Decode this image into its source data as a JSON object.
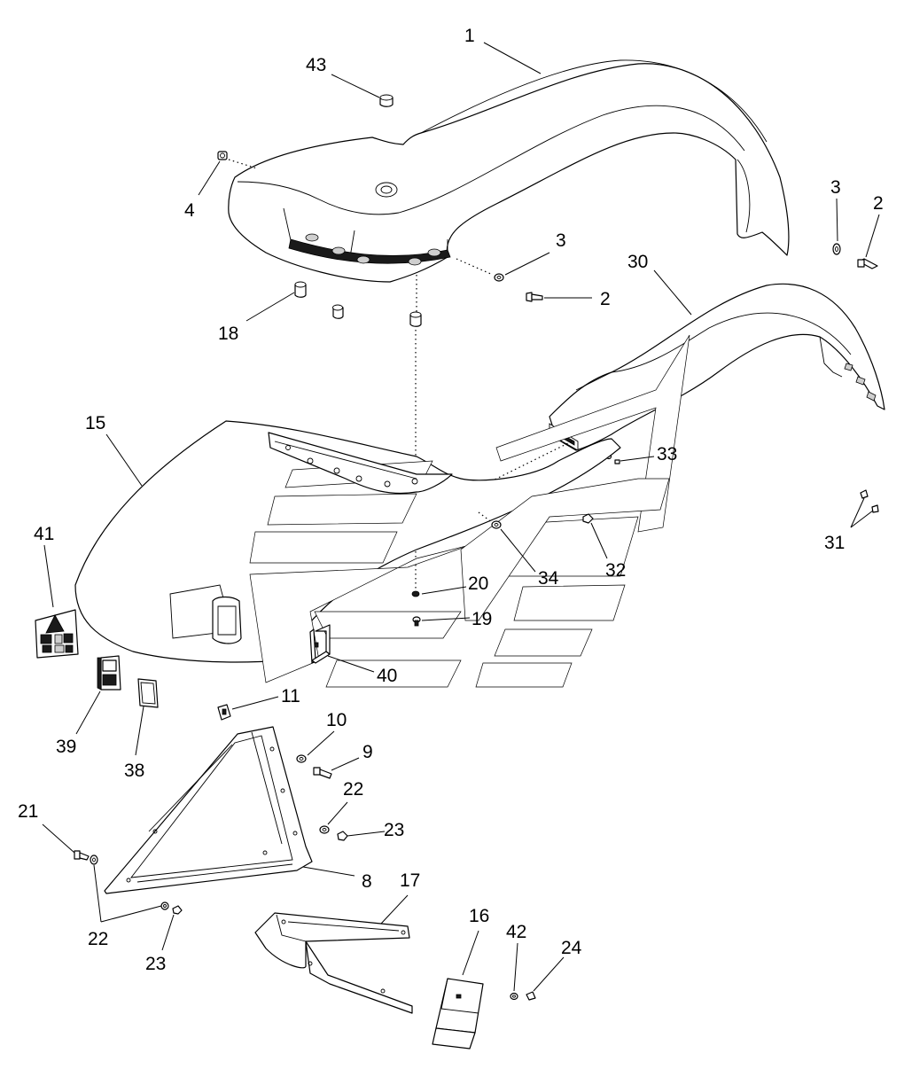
{
  "diagram": {
    "callouts": [
      {
        "id": "c1",
        "text": "1"
      },
      {
        "id": "c43",
        "text": "43"
      },
      {
        "id": "c4",
        "text": "4"
      },
      {
        "id": "c3a",
        "text": "3"
      },
      {
        "id": "c2a",
        "text": "2"
      },
      {
        "id": "c3b",
        "text": "3"
      },
      {
        "id": "c2b",
        "text": "2"
      },
      {
        "id": "c30",
        "text": "30"
      },
      {
        "id": "c18",
        "text": "18"
      },
      {
        "id": "c15",
        "text": "15"
      },
      {
        "id": "c33",
        "text": "33"
      },
      {
        "id": "c31",
        "text": "31"
      },
      {
        "id": "c41",
        "text": "41"
      },
      {
        "id": "c20",
        "text": "20"
      },
      {
        "id": "c34",
        "text": "34"
      },
      {
        "id": "c32",
        "text": "32"
      },
      {
        "id": "c19",
        "text": "19"
      },
      {
        "id": "c40",
        "text": "40"
      },
      {
        "id": "c11",
        "text": "11"
      },
      {
        "id": "c39",
        "text": "39"
      },
      {
        "id": "c38",
        "text": "38"
      },
      {
        "id": "c10",
        "text": "10"
      },
      {
        "id": "c9",
        "text": "9"
      },
      {
        "id": "c22a",
        "text": "22"
      },
      {
        "id": "c21",
        "text": "21"
      },
      {
        "id": "c23a",
        "text": "23"
      },
      {
        "id": "c8",
        "text": "8"
      },
      {
        "id": "c17",
        "text": "17"
      },
      {
        "id": "c22b",
        "text": "22"
      },
      {
        "id": "c23b",
        "text": "23"
      },
      {
        "id": "c16",
        "text": "16"
      },
      {
        "id": "c42",
        "text": "42"
      },
      {
        "id": "c24",
        "text": "24"
      }
    ]
  }
}
